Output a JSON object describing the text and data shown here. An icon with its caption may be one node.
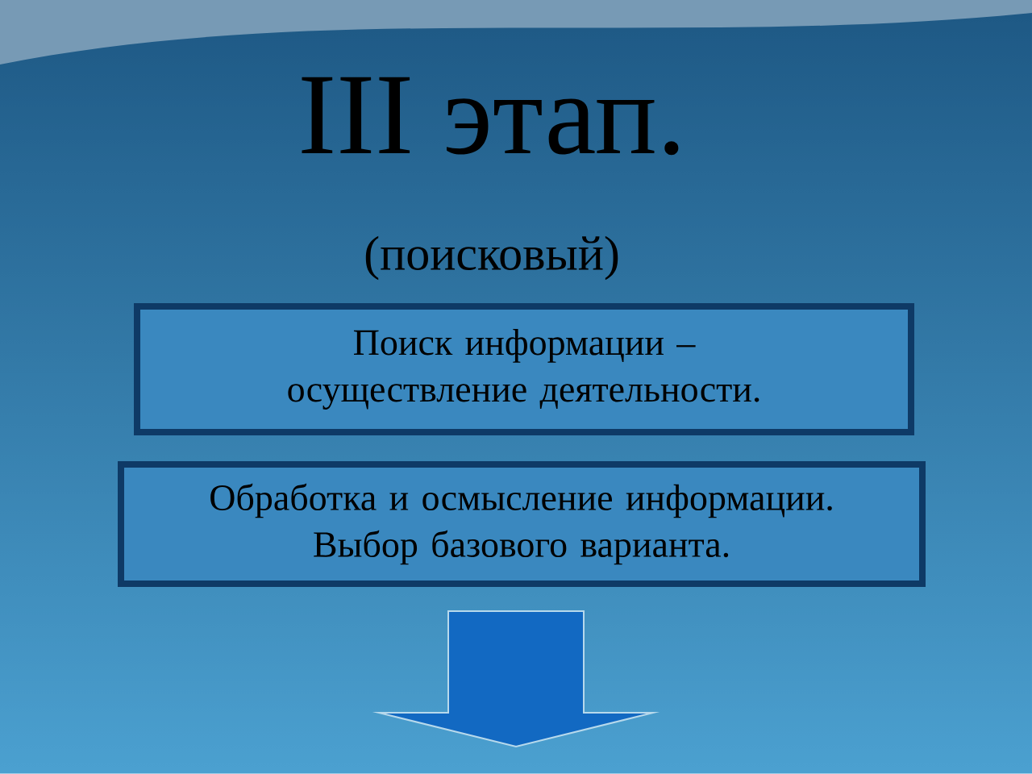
{
  "diagram": {
    "title": "III этап.",
    "nodes": [
      {
        "text": [
          "Поиск информации – осуществление деятельности."
        ]
      },
      {
        "text": [
          "Обработка и осмысление информации. Выбор базового варианта."
        ]
      }
    ],
    "labels": [
      "(поисковый)"
    ]
  }
}
